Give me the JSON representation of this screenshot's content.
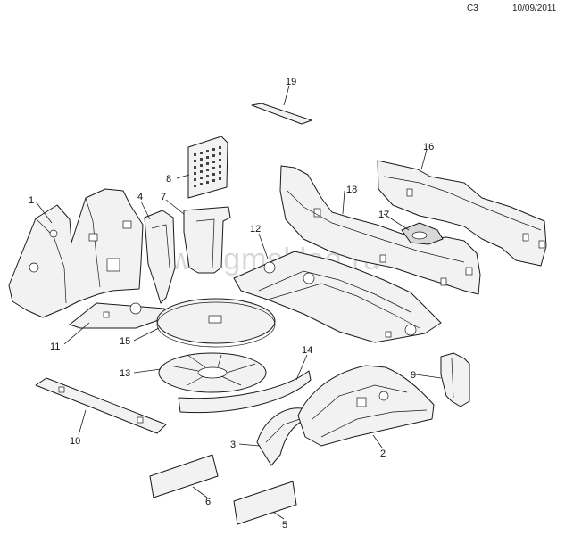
{
  "header": {
    "code": "C3",
    "date": "10/09/2011"
  },
  "watermark": "www.gmsklad.ru",
  "callouts": [
    "1",
    "2",
    "3",
    "4",
    "5",
    "6",
    "7",
    "8",
    "9",
    "10",
    "11",
    "12",
    "13",
    "14",
    "15",
    "16",
    "17",
    "18",
    "19"
  ]
}
